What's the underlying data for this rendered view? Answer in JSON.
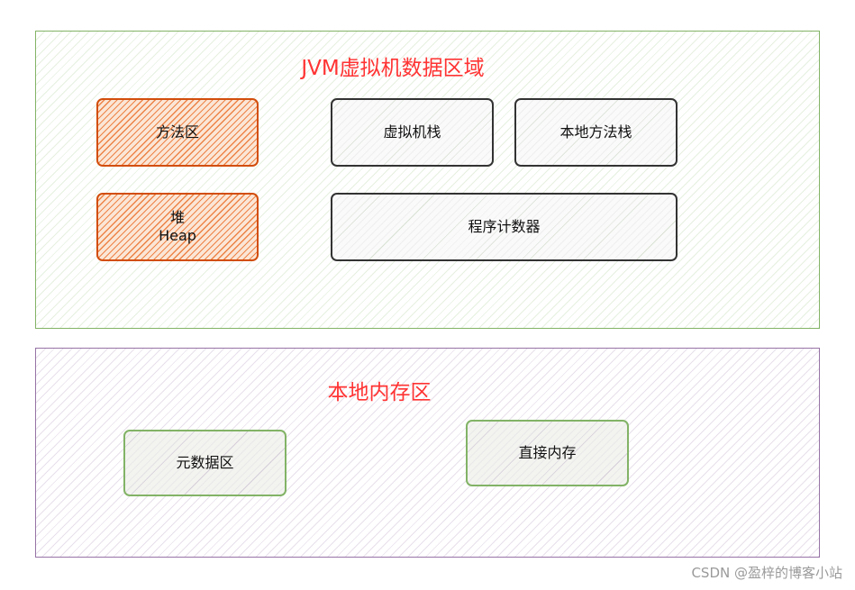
{
  "jvm_region": {
    "title": "JVM虚拟机数据区域",
    "method_area": "方法区",
    "heap_cn": "堆",
    "heap_en": "Heap",
    "vm_stack": "虚拟机栈",
    "native_method_stack": "本地方法栈",
    "program_counter": "程序计数器"
  },
  "native_region": {
    "title": "本地内存区",
    "metaspace": "元数据区",
    "direct_memory": "直接内存"
  },
  "watermark": "CSDN @盈梓的博客小站",
  "colors": {
    "title_red": "#ff3333",
    "jvm_border_green": "#82b366",
    "native_border_purple": "#9673a6",
    "shared_box_orange": "#d24e0c",
    "private_box_dark": "#333333"
  }
}
